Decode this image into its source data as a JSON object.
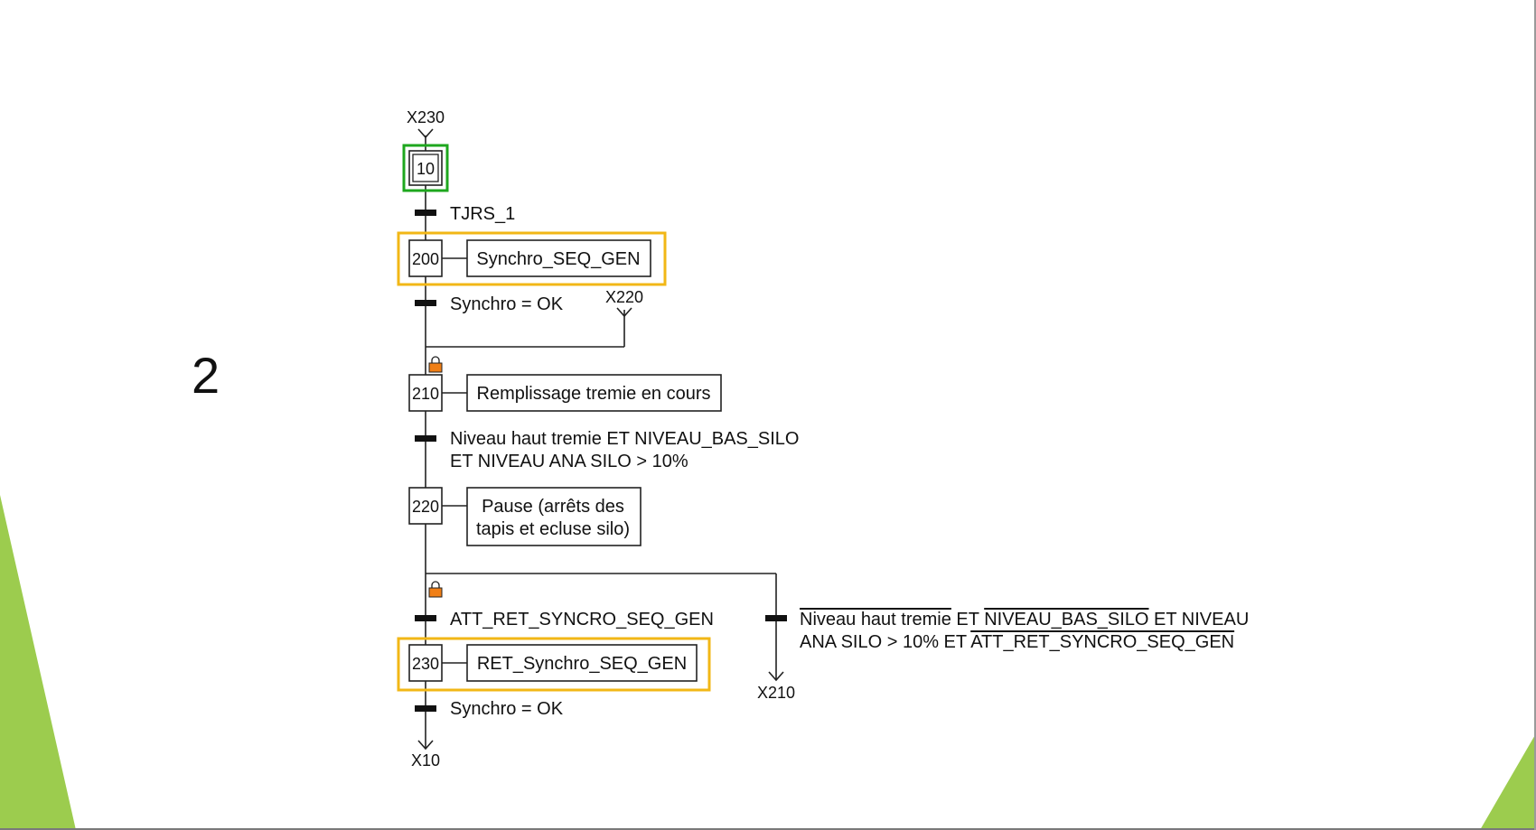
{
  "slide": {
    "number": "2",
    "accent_color": "#9ccc4e",
    "highlight_active": "#1ea71e",
    "highlight_macro": "#f2b716",
    "lock_color": "#f07f16"
  },
  "grafcet": {
    "entry_ref": "X230",
    "initial_step": "10",
    "transitions": {
      "t1": "TJRS_1",
      "t2": "Synchro = OK",
      "t3_line1": "Niveau haut tremie ET NIVEAU_BAS_SILO",
      "t3_line2": "ET NIVEAU ANA SILO > 10%",
      "t4": "ATT_RET_SYNCRO_SEQ_GEN",
      "t5": "Synchro = OK",
      "alt": {
        "seg1": "Niveau haut tremie",
        "seg2": " ET ",
        "seg3": "NIVEAU_BAS_SILO",
        "seg4": " ET NIVEAU",
        "seg5": "ANA SILO > 10%  ET ",
        "seg6": "ATT_RET_SYNCRO_SEQ_GEN"
      }
    },
    "steps": [
      {
        "num": "200",
        "action": "Synchro_SEQ_GEN"
      },
      {
        "num": "210",
        "action": "Remplissage tremie en cours"
      },
      {
        "num": "220",
        "action_line1": "Pause (arrêts des",
        "action_line2": "tapis et ecluse silo)"
      },
      {
        "num": "230",
        "action": "RET_Synchro_SEQ_GEN"
      }
    ],
    "refs": {
      "x220": "X220",
      "x210": "X210",
      "x10": "X10"
    }
  }
}
